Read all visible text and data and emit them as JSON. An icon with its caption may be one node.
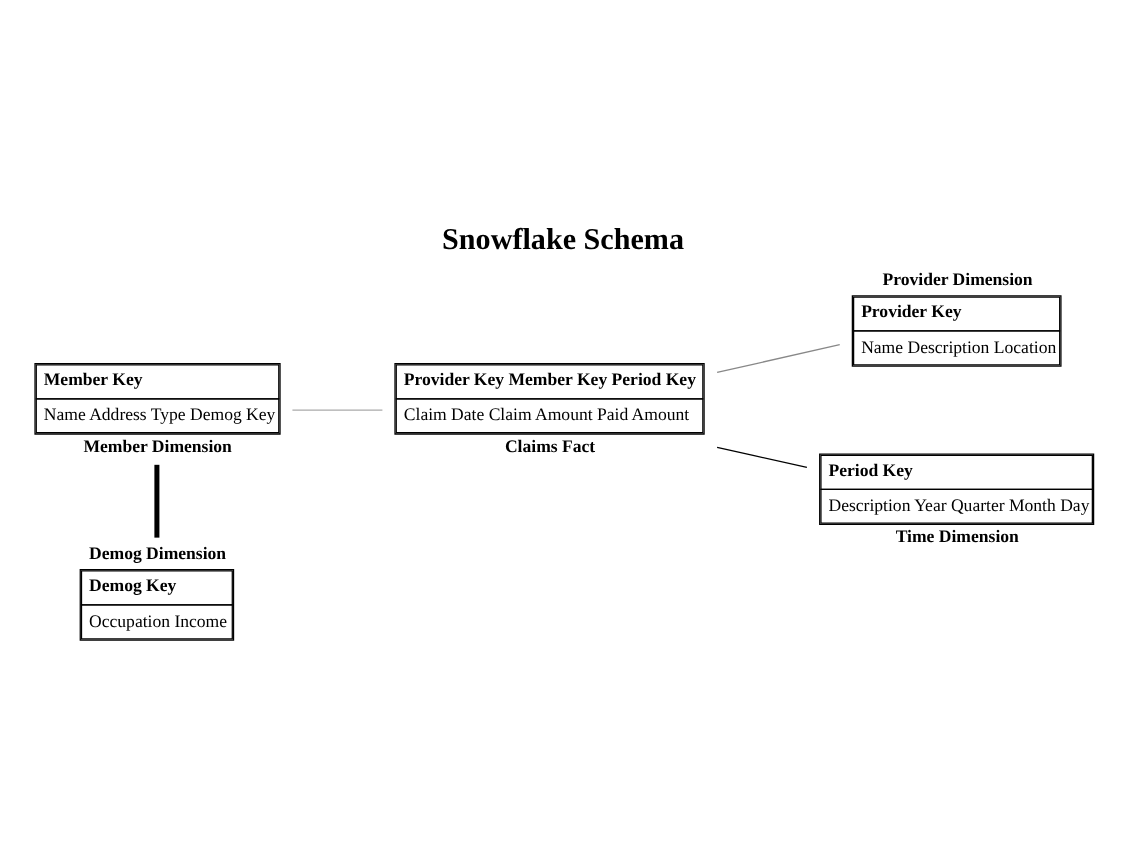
{
  "diagram": {
    "title": "Snowflake Schema",
    "nodes": [
      {
        "text": [
          "Demog Dimension",
          "Demog Key",
          "Occupation Income"
        ]
      },
      {
        "text": [
          "Provider Dimension",
          "Provider Key",
          "Name Description Location"
        ]
      },
      {
        "text": [
          "Member Key",
          "Name Address Type Demog Key",
          "Member Dimension"
        ]
      },
      {
        "text": [
          "Provider Key Member Key Period Key",
          "Claim Date Claim Amount Paid Amount",
          "Claims Fact"
        ]
      },
      {
        "text": [
          "Period Key",
          "Description Year Quarter Month Day",
          "Time Dimension"
        ]
      }
    ],
    "edges": [
      {
        "from": 2,
        "to": 0,
        "arrow": "none",
        "style": "thick"
      },
      {
        "from": 2,
        "to": 3,
        "arrow": "none",
        "color": "#aaaaaa"
      },
      {
        "from": 3,
        "to": 1,
        "arrow": "none",
        "color": "#888888"
      },
      {
        "from": 3,
        "to": 4,
        "arrow": "none"
      }
    ]
  }
}
